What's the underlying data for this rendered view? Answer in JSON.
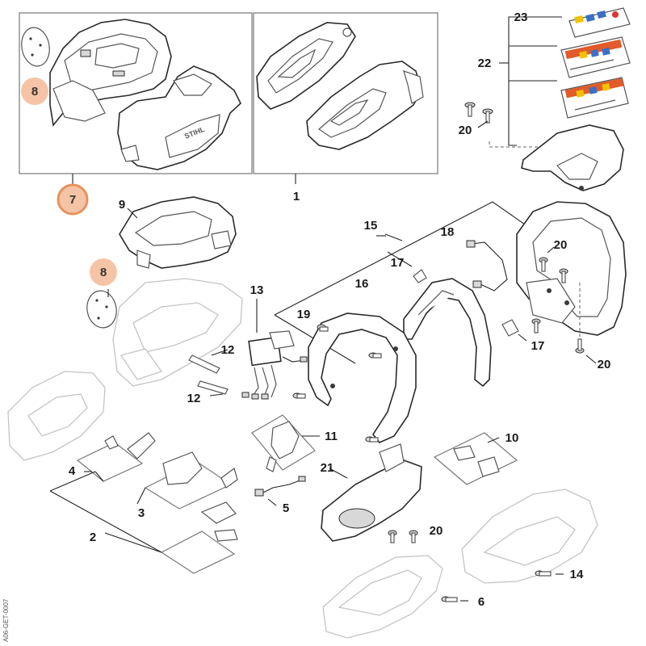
{
  "diagram": {
    "doc_id": "A06-GET-0007",
    "callouts": [
      {
        "id": "c7",
        "text": "7",
        "highlight": true
      },
      {
        "id": "c8a",
        "text": "8",
        "highlight": true
      },
      {
        "id": "c8b",
        "text": "8",
        "highlight": true
      },
      {
        "id": "c1",
        "text": "1"
      },
      {
        "id": "c23",
        "text": "23"
      },
      {
        "id": "c22",
        "text": "22"
      },
      {
        "id": "c20a",
        "text": "20"
      },
      {
        "id": "c9",
        "text": "9"
      },
      {
        "id": "c15",
        "text": "15"
      },
      {
        "id": "c18",
        "text": "18"
      },
      {
        "id": "c20b",
        "text": "20"
      },
      {
        "id": "c17a",
        "text": "17"
      },
      {
        "id": "c16",
        "text": "16"
      },
      {
        "id": "c13",
        "text": "13"
      },
      {
        "id": "c19",
        "text": "19"
      },
      {
        "id": "c17b",
        "text": "17"
      },
      {
        "id": "c20c",
        "text": "20"
      },
      {
        "id": "c12a",
        "text": "12"
      },
      {
        "id": "c12b",
        "text": "12"
      },
      {
        "id": "c11",
        "text": "11"
      },
      {
        "id": "c10",
        "text": "10"
      },
      {
        "id": "c4",
        "text": "4"
      },
      {
        "id": "c21",
        "text": "21"
      },
      {
        "id": "c3",
        "text": "3"
      },
      {
        "id": "c5",
        "text": "5"
      },
      {
        "id": "c20d",
        "text": "20"
      },
      {
        "id": "c2",
        "text": "2"
      },
      {
        "id": "c14",
        "text": "14"
      },
      {
        "id": "c6",
        "text": "6"
      }
    ],
    "colors": {
      "highlight_fill": "#f5c4a6",
      "highlight_ring": "#e8925c",
      "line": "#222222",
      "ghost": "#c4c4c4"
    }
  }
}
